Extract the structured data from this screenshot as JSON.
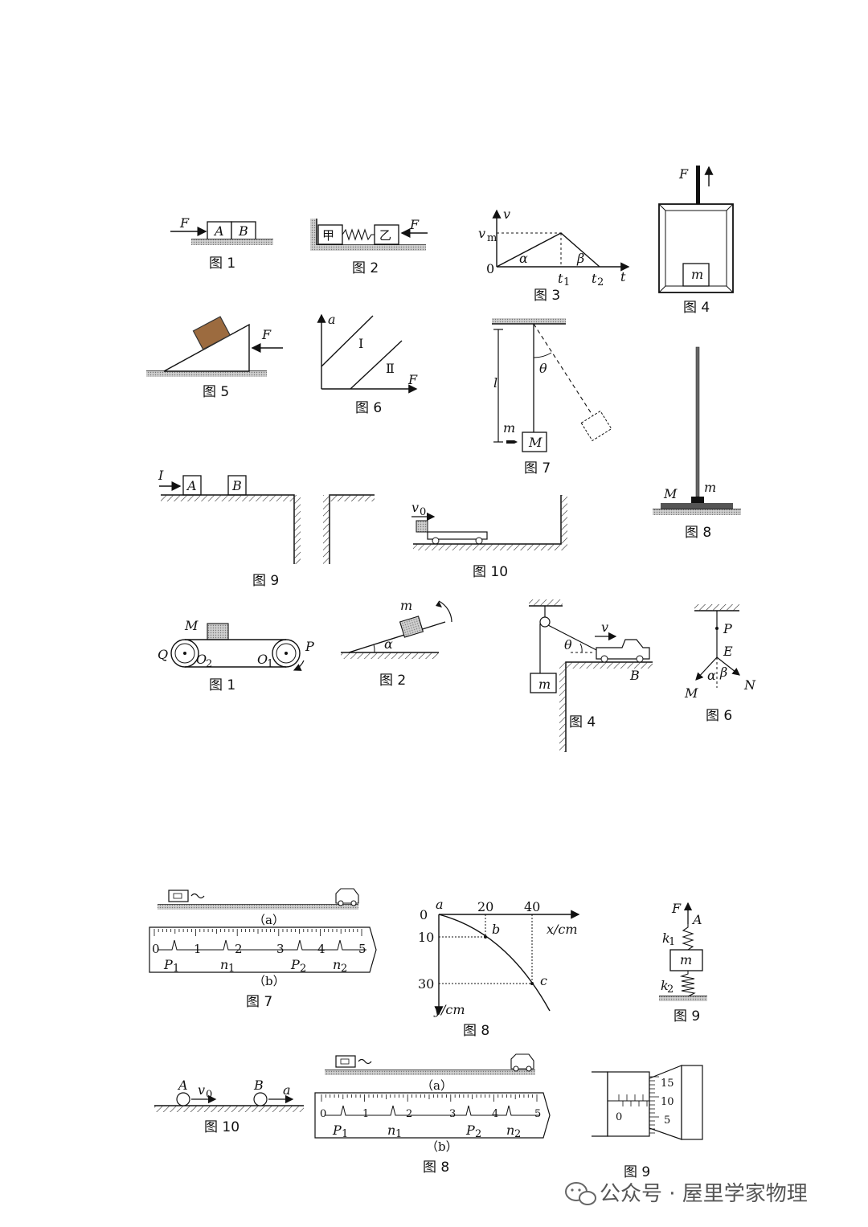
{
  "captions": {
    "fig1a": "图 1",
    "fig2a": "图 2",
    "fig3a": "图 3",
    "fig4a": "图 4",
    "fig5a": "图 5",
    "fig6a": "图 6",
    "fig7a": "图 7",
    "fig8a": "图 8",
    "fig9a": "图 9",
    "fig10a": "图 10",
    "fig1b": "图 1",
    "fig2b": "图 2",
    "fig4b": "图 4",
    "fig6b": "图 6",
    "fig7c": "图 7",
    "fig8c": "图 8",
    "fig9c": "图 9",
    "fig10d": "图 10",
    "fig8d": "图 8",
    "fig9d": "图 9"
  },
  "labels": {
    "F": "F",
    "A": "A",
    "B": "B",
    "jia": "甲",
    "yi": "乙",
    "v": "v",
    "vm": "v",
    "vm_sub": "m",
    "zero": "0",
    "t": "t",
    "t1": "t",
    "t1_sub": "1",
    "t2": "t",
    "t2_sub": "2",
    "alpha": "α",
    "beta": "β",
    "m": "m",
    "M": "M",
    "a": "a",
    "I1": "Ⅰ",
    "I2": "Ⅱ",
    "l": "l",
    "theta": "θ",
    "I": "I",
    "v0": "v",
    "v0_sub": "0",
    "Q": "Q",
    "P": "P",
    "O2": "O",
    "O2_sub": "2",
    "O1": "O",
    "O1_sub": "1",
    "E": "E",
    "N": "N",
    "sub_a": "（a）",
    "sub_b": "（b）",
    "sub_b2": "（b）",
    "P1": "P",
    "P1_sub": "1",
    "P2": "P",
    "P2_sub": "2",
    "n1": "n",
    "n1_sub": "1",
    "n2": "n",
    "n2_sub": "2",
    "xcm": "x/cm",
    "ycm": "y/cm",
    "b": "b",
    "c": "c",
    "k1": "k",
    "k1_sub": "1",
    "k2": "k",
    "k2_sub": "2"
  },
  "ruler_ticks": [
    "0",
    "1",
    "2",
    "3",
    "4",
    "5"
  ],
  "graph8": {
    "x_ticks": [
      "20",
      "40"
    ],
    "y_ticks": [
      "0",
      "10",
      "30"
    ]
  },
  "micrometer": {
    "sleeve_zero": "0",
    "thimble_ticks": [
      "15",
      "10",
      "5"
    ]
  },
  "watermark": "公众号 · 屋里学家物理"
}
